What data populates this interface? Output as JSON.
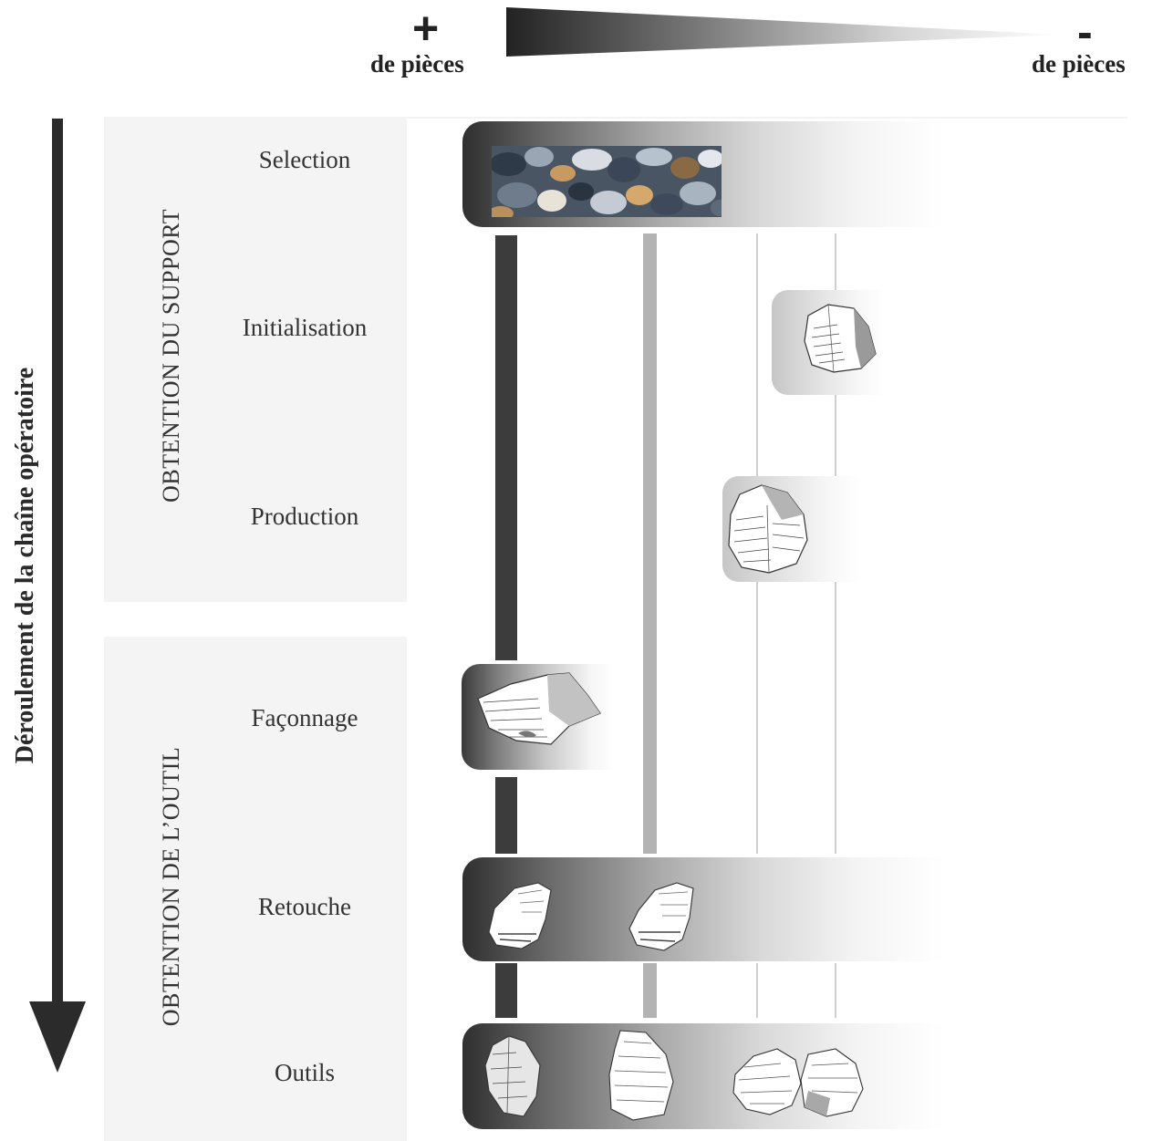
{
  "scale": {
    "more_sign": "+",
    "more_label": "de pièces",
    "less_sign": "-",
    "less_label": "de pièces"
  },
  "axis_label": "Déroulement de la chaîne opératoire",
  "phases": [
    {
      "title": "OBTENTION DU SUPPORT"
    },
    {
      "title": "OBTENTION DE L’OUTIL"
    }
  ],
  "steps": [
    {
      "label": "Selection"
    },
    {
      "label": "Initialisation"
    },
    {
      "label": "Production"
    },
    {
      "label": "Façonnage"
    },
    {
      "label": "Retouche"
    },
    {
      "label": "Outils"
    }
  ],
  "icons": {
    "pebbles": "pebbles-photo-icon",
    "core": "flint-core-icon",
    "flake": "flint-flake-icon",
    "tool": "flint-tool-icon"
  }
}
